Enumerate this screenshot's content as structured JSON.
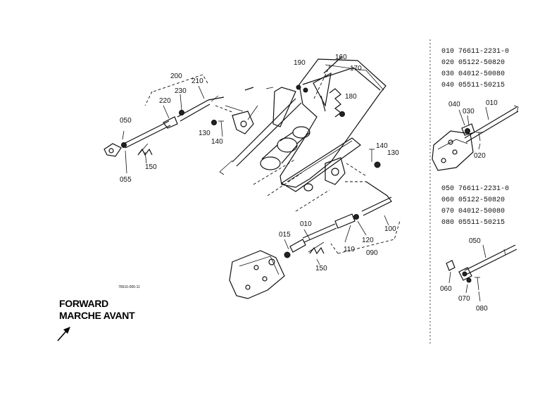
{
  "callouts": {
    "c190": "190",
    "c160": "160",
    "c170": "170",
    "c180": "180",
    "c200": "200",
    "c210": "210",
    "c230": "230",
    "c220": "220",
    "c050a": "050",
    "c055": "055",
    "c150a": "150",
    "c130a": "130",
    "c140a": "140",
    "c140b": "140",
    "c130b": "130",
    "c015": "015",
    "c010a": "010",
    "c110": "110",
    "c120": "120",
    "c090": "090",
    "c100": "100",
    "c150b": "150",
    "c040": "040",
    "c030": "030",
    "c010b": "010",
    "c020": "020",
    "c050b": "050",
    "c060": "060",
    "c070": "070",
    "c080": "080"
  },
  "parts_lists": {
    "group1": [
      {
        "ref": "010",
        "part": "76611-2231-0"
      },
      {
        "ref": "020",
        "part": "05122-50820"
      },
      {
        "ref": "030",
        "part": "04012-50080"
      },
      {
        "ref": "040",
        "part": "05511-50215"
      }
    ],
    "group2": [
      {
        "ref": "050",
        "part": "76611-2231-0"
      },
      {
        "ref": "060",
        "part": "05122-50820"
      },
      {
        "ref": "070",
        "part": "04012-50080"
      },
      {
        "ref": "080",
        "part": "05511-50215"
      }
    ]
  },
  "drawing_code": "76616-066-11",
  "direction": {
    "line1": "FORWARD",
    "line2": "MARCHE AVANT"
  }
}
